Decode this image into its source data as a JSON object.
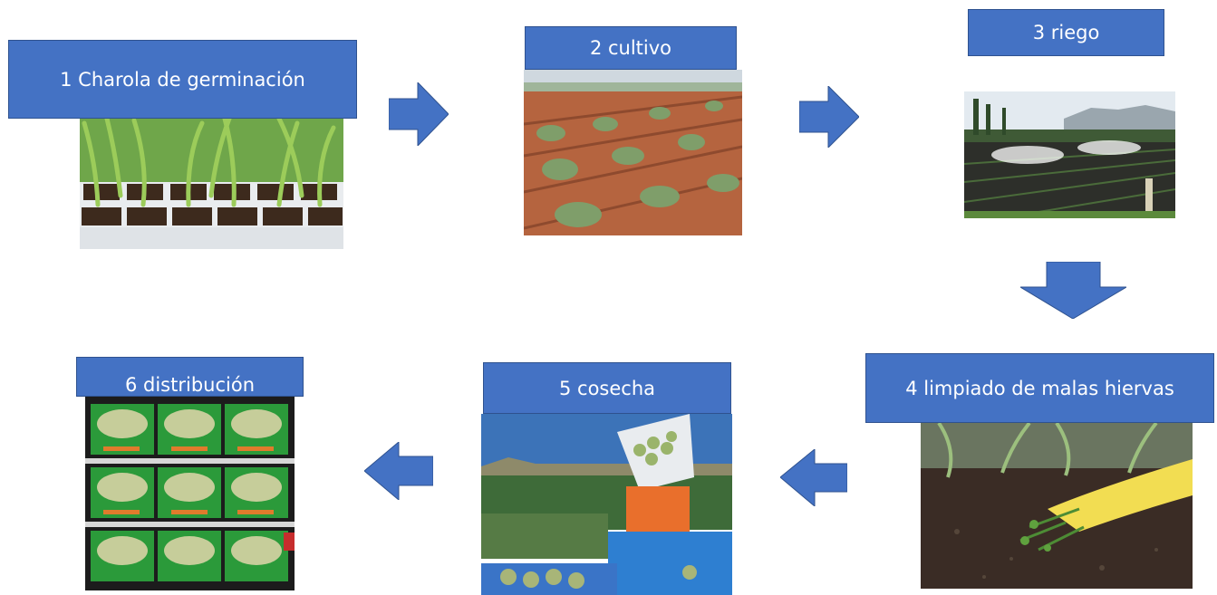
{
  "steps": [
    {
      "label": "1 Charola de germinación",
      "photo": "germination-tray-seedlings"
    },
    {
      "label": "2 cultivo",
      "photo": "field-rows-artichoke-plants"
    },
    {
      "label": "3 riego",
      "photo": "sprinkler-irrigation-field"
    },
    {
      "label": "4 limpiado de malas hiervas",
      "photo": "gloved-hand-pulling-weeds"
    },
    {
      "label": "5 cosecha",
      "photo": "worker-harvesting-artichokes"
    },
    {
      "label": "6 distribución",
      "photo": "crates-of-artichokes-display"
    }
  ],
  "colors": {
    "box_fill": "#4472c4",
    "box_border": "#2f528f",
    "arrow_fill": "#4472c4",
    "text": "#ffffff"
  },
  "icons": {
    "arrow": "block-arrow"
  }
}
